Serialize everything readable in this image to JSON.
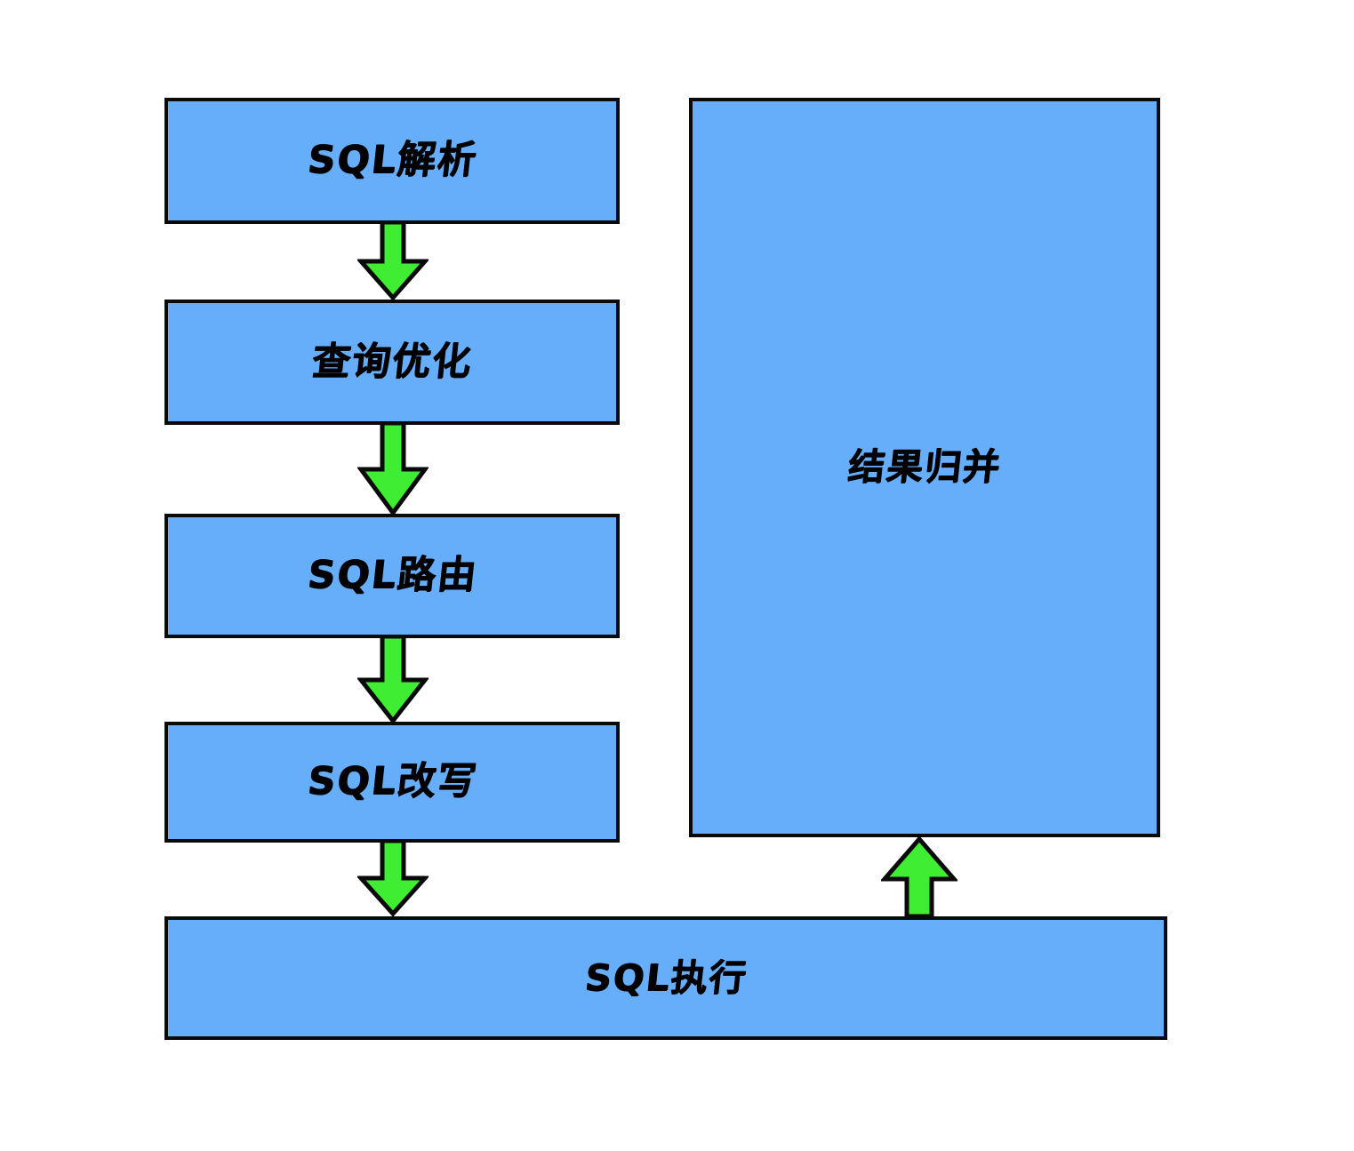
{
  "diagram": {
    "type": "flowchart",
    "title": "SQL processing pipeline flowchart",
    "background_color": "#ffffff",
    "node_fill_color": "#66AEFA",
    "node_border_color": "#0a0a0a",
    "arrow_fill_color": "#3FEE33",
    "arrow_border_color": "#0a0a0a",
    "nodes": [
      {
        "id": "sql-parse",
        "label": "SQL解析"
      },
      {
        "id": "query-opt",
        "label": "查询优化"
      },
      {
        "id": "sql-route",
        "label": "SQL路由"
      },
      {
        "id": "sql-rewrite",
        "label": "SQL改写"
      },
      {
        "id": "sql-exec",
        "label": "SQL执行"
      },
      {
        "id": "result-merge",
        "label": "结果归并"
      }
    ],
    "edges": [
      {
        "id": "parse-to-opt",
        "from": "sql-parse",
        "to": "query-opt",
        "direction": "down"
      },
      {
        "id": "opt-to-route",
        "from": "query-opt",
        "to": "sql-route",
        "direction": "down"
      },
      {
        "id": "route-to-rewrite",
        "from": "sql-route",
        "to": "sql-rewrite",
        "direction": "down"
      },
      {
        "id": "rewrite-to-exec",
        "from": "sql-rewrite",
        "to": "sql-exec",
        "direction": "down"
      },
      {
        "id": "exec-to-merge",
        "from": "sql-exec",
        "to": "result-merge",
        "direction": "up"
      }
    ]
  }
}
